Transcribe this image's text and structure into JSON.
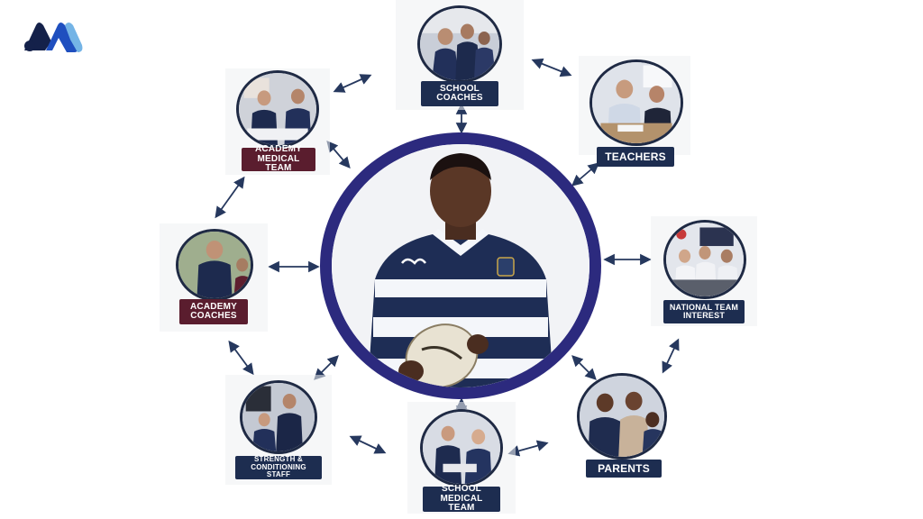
{
  "brand": {
    "logo_icon": "stylized-m-logo-icon",
    "accent": "#2c2a7e",
    "navy": "#1d2d50",
    "maroon": "#5a1d2e",
    "light_blue": "#74b4e6"
  },
  "center": {
    "subject": "rugby-player-photo"
  },
  "nodes": {
    "school_coaches": {
      "label": "SCHOOL COACHES"
    },
    "teachers": {
      "label": "TEACHERS"
    },
    "national_team_interest": {
      "label": "NATIONAL TEAM INTEREST"
    },
    "parents": {
      "label": "PARENTS"
    },
    "school_medical_team": {
      "label": "SCHOOL MEDICAL TEAM"
    },
    "strength_conditioning_staff": {
      "label": "STRENGTH & CONDITIONING STAFF"
    },
    "academy_coaches": {
      "label": "ACADEMY COACHES"
    },
    "academy_medical_team": {
      "label": "ACADEMY MEDICAL TEAM"
    }
  }
}
